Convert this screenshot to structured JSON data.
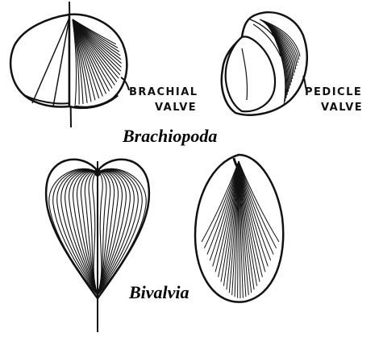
{
  "labels": {
    "brachial_line1": "BRACHIAL",
    "brachial_line2": "VALVE",
    "pedicle_line1": "PEDICLE",
    "pedicle_line2": "VALVE"
  },
  "captions": {
    "brachiopoda": "Brachiopoda",
    "bivalvia": "Bivalvia"
  },
  "colors": {
    "ink": "#111111",
    "background": "#ffffff"
  }
}
